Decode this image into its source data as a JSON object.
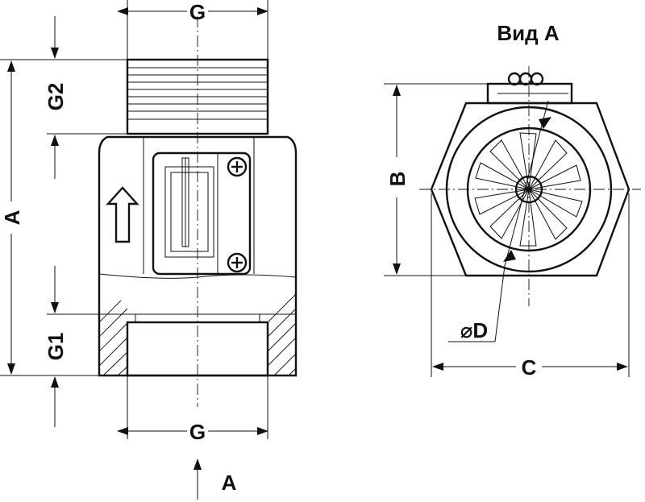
{
  "labels": {
    "g_top": "G",
    "g_bottom": "G",
    "g2": "G2",
    "g1": "G1",
    "a_total": "A",
    "a_view_arrow": "A",
    "view_title": "Вид А",
    "b": "B",
    "c": "C",
    "d": "⌀D"
  },
  "colors": {
    "ink": "#111111",
    "background": "#ffffff"
  },
  "icons": {
    "flow_arrow": "up-arrow-icon",
    "screw": "phillips-screw-icon"
  }
}
